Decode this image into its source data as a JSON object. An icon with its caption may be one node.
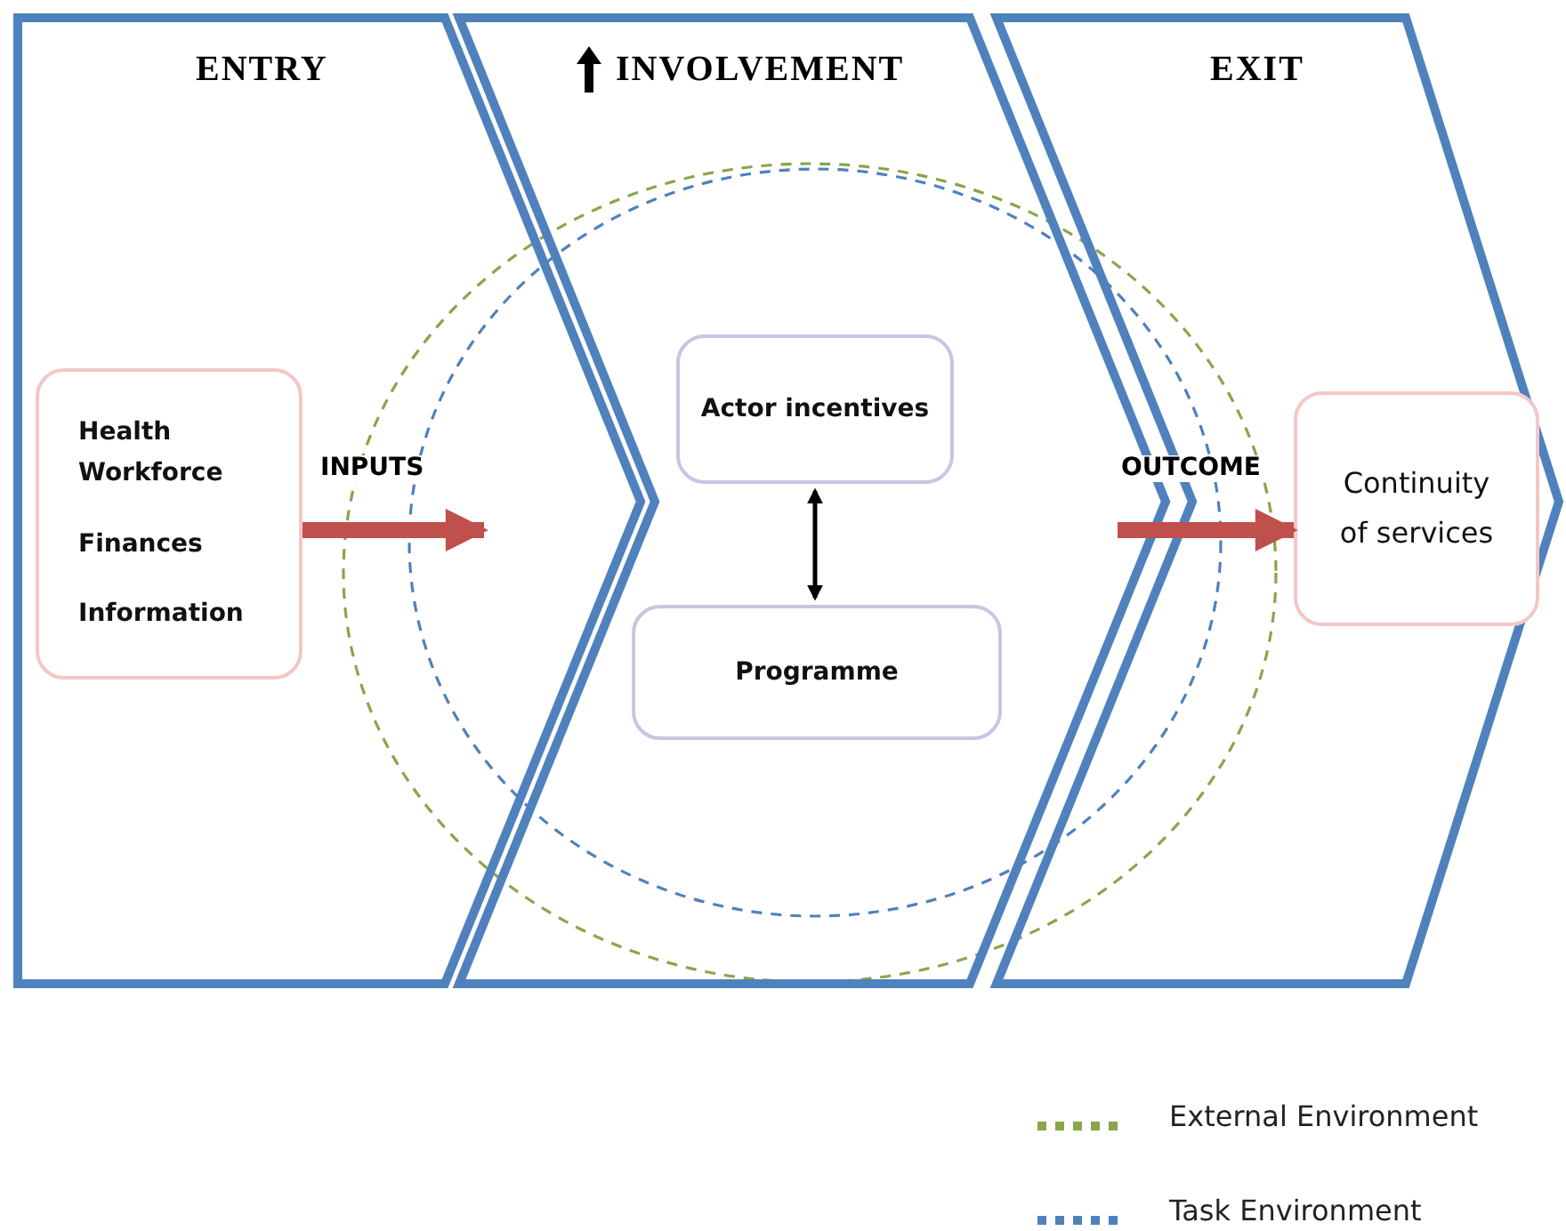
{
  "diagram": {
    "nodes": [
      {
        "text": [
          "ENTRY"
        ]
      },
      {
        "text": [
          "INVOLVEMENT"
        ]
      },
      {
        "text": [
          "EXIT"
        ]
      },
      {
        "text": [
          "Health Workforce",
          "Finances",
          "Information"
        ],
        "in": 0
      },
      {
        "text": [
          "Actor incentives"
        ],
        "in": 1
      },
      {
        "text": [
          "Programme"
        ],
        "in": 1
      },
      {
        "text": [
          "Continuity of services"
        ],
        "in": 2
      }
    ],
    "edges": [
      {
        "from": 3,
        "to": null,
        "arrow": "to",
        "label": "INPUTS"
      },
      {
        "from": 4,
        "to": 5,
        "arrow": "both",
        "color": "#000000"
      },
      {
        "from": null,
        "to": 6,
        "arrow": "to",
        "label": "OUTCOME"
      }
    ],
    "legend": [
      {
        "text": "External Environment",
        "color": "#8aa54a"
      },
      {
        "text": "Task Environment",
        "color": "#4f81bd"
      }
    ]
  }
}
